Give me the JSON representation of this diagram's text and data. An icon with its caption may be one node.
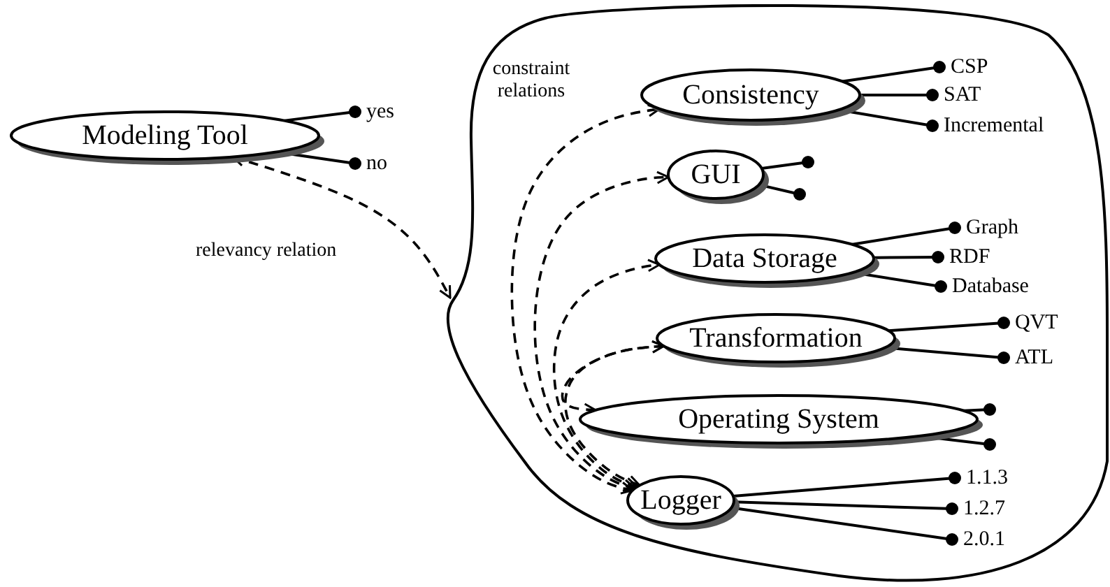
{
  "diagram": {
    "nodes": [
      {
        "text": [
          "Modeling Tool"
        ]
      },
      {
        "text": [
          "yes"
        ]
      },
      {
        "text": [
          "no"
        ]
      },
      {
        "text": [],
        "shape": "blob"
      },
      {
        "text": [
          "Consistency"
        ],
        "in": 3
      },
      {
        "text": [
          "CSP"
        ],
        "in": 3
      },
      {
        "text": [
          "SAT"
        ],
        "in": 3
      },
      {
        "text": [
          "Incremental"
        ],
        "in": 3
      },
      {
        "text": [
          "GUI"
        ],
        "in": 3
      },
      {
        "text": [
          "Data Storage"
        ],
        "in": 3
      },
      {
        "text": [
          "Graph"
        ],
        "in": 3
      },
      {
        "text": [
          "RDF"
        ],
        "in": 3
      },
      {
        "text": [
          "Database"
        ],
        "in": 3
      },
      {
        "text": [
          "Transformation"
        ],
        "in": 3
      },
      {
        "text": [
          "QVT"
        ],
        "in": 3
      },
      {
        "text": [
          "ATL"
        ],
        "in": 3
      },
      {
        "text": [
          "Operating System"
        ],
        "in": 3
      },
      {
        "text": [
          "Logger"
        ],
        "in": 3
      },
      {
        "text": [
          "1.1.3"
        ],
        "in": 3
      },
      {
        "text": [
          "1.2.7"
        ],
        "in": 3
      },
      {
        "text": [
          "2.0.1"
        ],
        "in": 3
      }
    ],
    "edges": [
      {
        "from": 0,
        "to": 1,
        "arrow": "other"
      },
      {
        "from": 0,
        "to": 2,
        "arrow": "other"
      },
      {
        "from": 0,
        "to": 3,
        "arrow": "both",
        "style": "dashed",
        "label": "relevancy relation"
      },
      {
        "from": 4,
        "to": 5,
        "arrow": "other"
      },
      {
        "from": 4,
        "to": 6,
        "arrow": "other"
      },
      {
        "from": 4,
        "to": 7,
        "arrow": "other"
      },
      {
        "from": 8,
        "to": null,
        "arrow": "other"
      },
      {
        "from": 8,
        "to": null,
        "arrow": "other"
      },
      {
        "from": 9,
        "to": 10,
        "arrow": "other"
      },
      {
        "from": 9,
        "to": 11,
        "arrow": "other"
      },
      {
        "from": 9,
        "to": 12,
        "arrow": "other"
      },
      {
        "from": 13,
        "to": 14,
        "arrow": "other"
      },
      {
        "from": 13,
        "to": 15,
        "arrow": "other"
      },
      {
        "from": 16,
        "to": null,
        "arrow": "other"
      },
      {
        "from": 16,
        "to": null,
        "arrow": "other"
      },
      {
        "from": 17,
        "to": 18,
        "arrow": "other"
      },
      {
        "from": 17,
        "to": 19,
        "arrow": "other"
      },
      {
        "from": 17,
        "to": 20,
        "arrow": "other"
      },
      {
        "from": 17,
        "to": 4,
        "arrow": "both",
        "style": "dashed"
      },
      {
        "from": 17,
        "to": 8,
        "arrow": "both",
        "style": "dashed"
      },
      {
        "from": 17,
        "to": 9,
        "arrow": "both",
        "style": "dashed"
      },
      {
        "from": 17,
        "to": 13,
        "arrow": "both",
        "style": "dashed"
      },
      {
        "from": 13,
        "to": 16,
        "arrow": "both",
        "style": "dashed"
      }
    ],
    "labels": [
      "constraint relations"
    ]
  }
}
